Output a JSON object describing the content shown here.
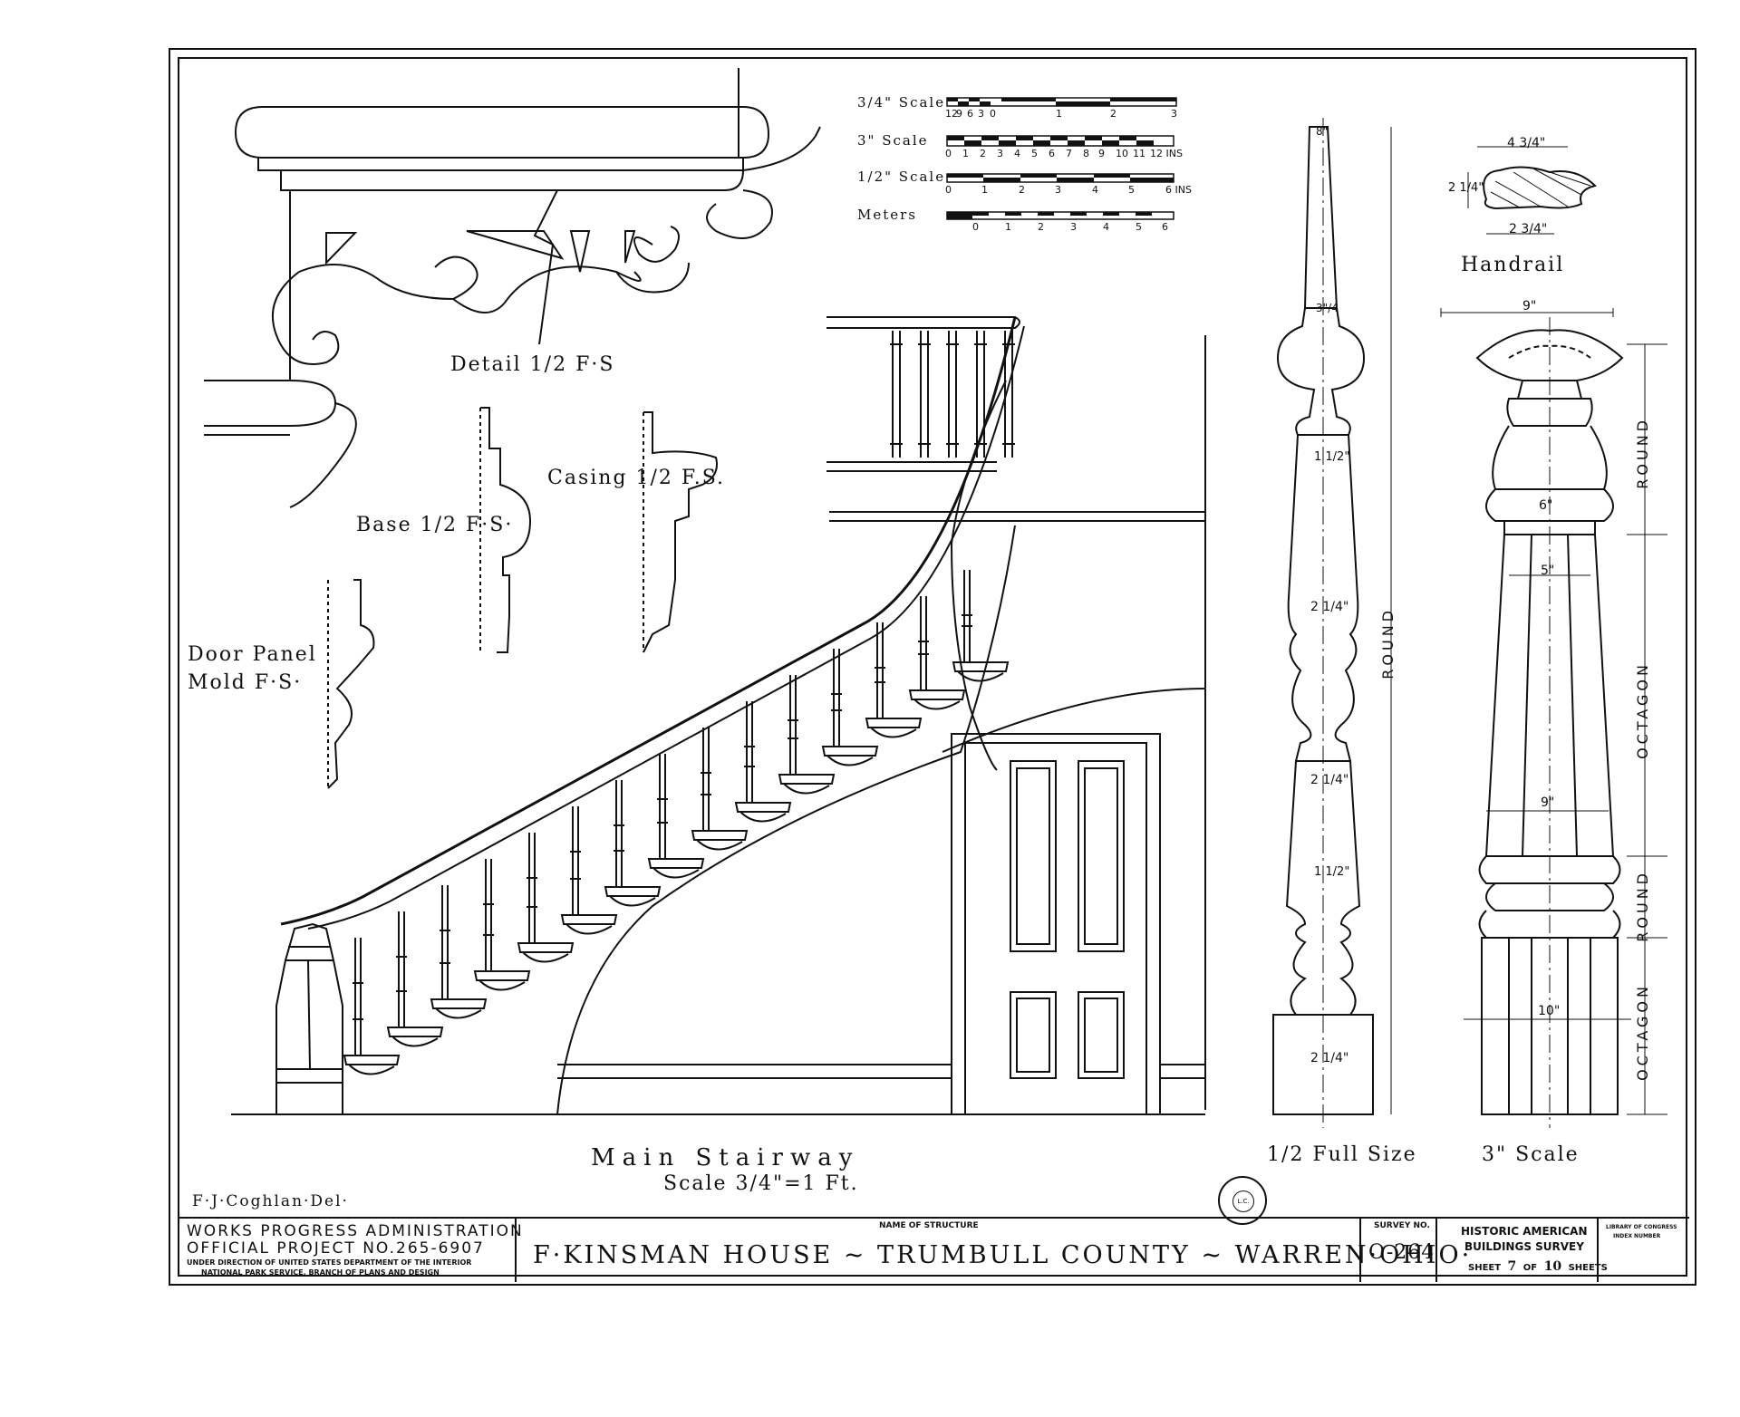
{
  "scales": {
    "three_quarter": {
      "label": "3/4\" Scale",
      "ticks": [
        "12",
        "9",
        "6",
        "3",
        "0",
        "1",
        "2",
        "3"
      ]
    },
    "three_inch": {
      "label": "3\" Scale",
      "ticks": [
        "0",
        "1",
        "2",
        "3",
        "4",
        "5",
        "6",
        "7",
        "8",
        "9",
        "10",
        "11",
        "12 INS"
      ]
    },
    "half_inch": {
      "label": "1/2\" Scale",
      "ticks": [
        "0",
        "1",
        "2",
        "3",
        "4",
        "5",
        "6 INS"
      ]
    },
    "meters": {
      "label": "Meters",
      "ticks": [
        "0",
        "1",
        "2",
        "3",
        "4",
        "5",
        "6"
      ]
    }
  },
  "details": {
    "detail_half": "Detail 1/2 F·S",
    "casing": "Casing 1/2 F.S.",
    "base": "Base 1/2 F·S·",
    "door_panel_line1": "Door Panel",
    "door_panel_line2": "Mold F·S·"
  },
  "stairway": {
    "title": "Main Stairway",
    "scale": "Scale 3/4\"=1 Ft."
  },
  "newel_half": {
    "caption": "1/2 Full Size",
    "round_label": "ROUND",
    "dims": [
      "8\"",
      "3\"/4",
      "1 1/2\"",
      "2 1/4\"",
      "2 1/4\"",
      "1 1/2\"",
      "2 1/4\""
    ]
  },
  "newel_post": {
    "caption": "3\" Scale",
    "handrail_label": "Handrail",
    "handrail_dims": [
      "4 3/4\"",
      "2 1/4\"",
      "2 3/4\""
    ],
    "dims": [
      "9\"",
      "6\"",
      "5\"",
      "9\"",
      "10\""
    ],
    "side_labels": [
      "ROUND",
      "OCTAGON",
      "ROUND",
      "OCTAGON"
    ]
  },
  "draftsman": "F·J·Coghlan·Del·",
  "seal_text": "L.C.",
  "title_block": {
    "agency_line1": "WORKS PROGRESS ADMINISTRATION",
    "agency_line2": "OFFICIAL PROJECT NO.265-6907",
    "agency_line3": "UNDER DIRECTION OF UNITED STATES DEPARTMENT OF THE INTERIOR",
    "agency_line4": "NATIONAL PARK SERVICE, BRANCH OF PLANS AND DESIGN",
    "name_header": "NAME OF STRUCTURE",
    "name": "F·KINSMAN HOUSE ~ TRUMBULL COUNTY ~ WARREN·OHIO·",
    "survey_header": "SURVEY NO.",
    "survey_no": "O-264",
    "habs_line1": "HISTORIC AMERICAN",
    "habs_line2": "BUILDINGS SURVEY",
    "sheet_word": "SHEET",
    "sheet_no": "7",
    "sheet_of": "OF",
    "sheet_total": "10",
    "sheets_word": "SHEETS",
    "loc_line1": "LIBRARY OF CONGRESS",
    "loc_line2": "INDEX NUMBER"
  }
}
